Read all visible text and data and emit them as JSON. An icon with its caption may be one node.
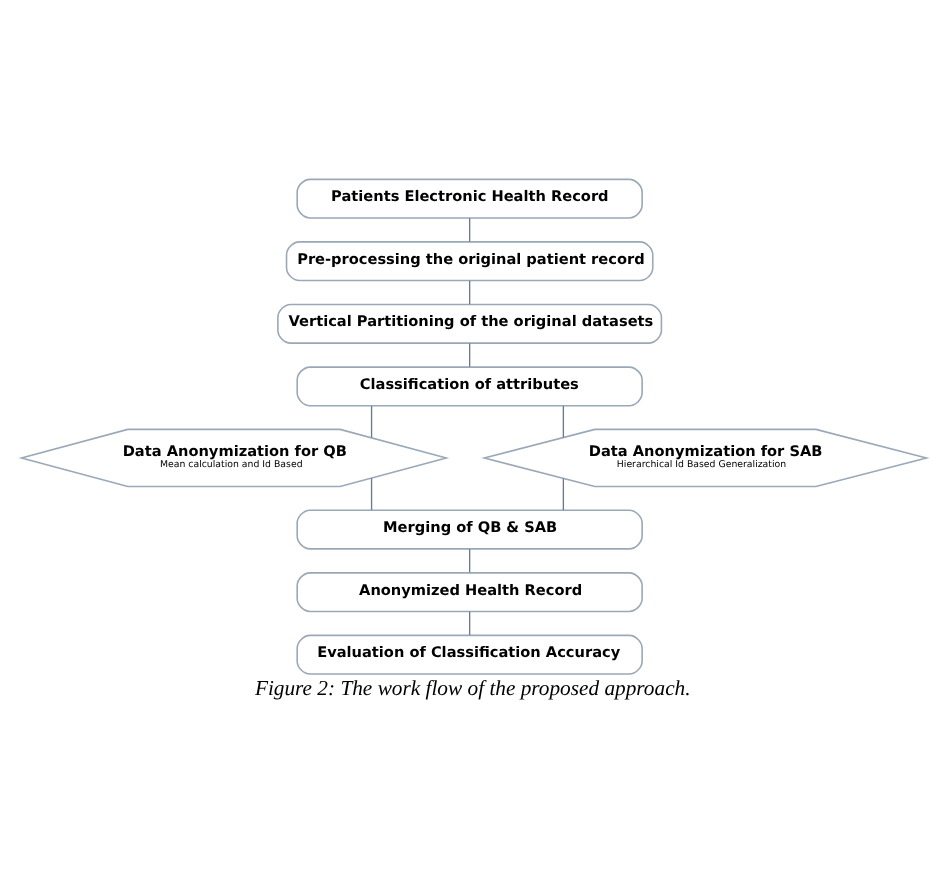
{
  "diagram": {
    "caption": "Figure 2: The work flow of the proposed approach.",
    "nodes": [
      {
        "text": [
          "Patients Electronic Health Record"
        ]
      },
      {
        "text": [
          "Pre-processing the original patient record"
        ]
      },
      {
        "text": [
          "Vertical Partitioning of the original datasets"
        ]
      },
      {
        "text": [
          "Classification of attributes"
        ]
      },
      {
        "text": [
          "Data Anonymization for QB",
          "Mean calculation and Id Based"
        ]
      },
      {
        "text": [
          "Data Anonymization for SAB",
          "Hierarchical Id Based Generalization"
        ]
      },
      {
        "text": [
          "Merging of QB & SAB"
        ]
      },
      {
        "text": [
          "Anonymized Health Record"
        ]
      },
      {
        "text": [
          "Evaluation of Classification Accuracy"
        ]
      }
    ],
    "edges": [
      {
        "from": 0,
        "to": 1,
        "arrow": "none"
      },
      {
        "from": 1,
        "to": 2,
        "arrow": "none"
      },
      {
        "from": 2,
        "to": 3,
        "arrow": "none"
      },
      {
        "from": 3,
        "to": 4,
        "arrow": "none"
      },
      {
        "from": 3,
        "to": 5,
        "arrow": "none"
      },
      {
        "from": 4,
        "to": 6,
        "arrow": "none"
      },
      {
        "from": 5,
        "to": 6,
        "arrow": "none"
      },
      {
        "from": 6,
        "to": 7,
        "arrow": "none"
      },
      {
        "from": 7,
        "to": 8,
        "arrow": "none"
      }
    ]
  }
}
